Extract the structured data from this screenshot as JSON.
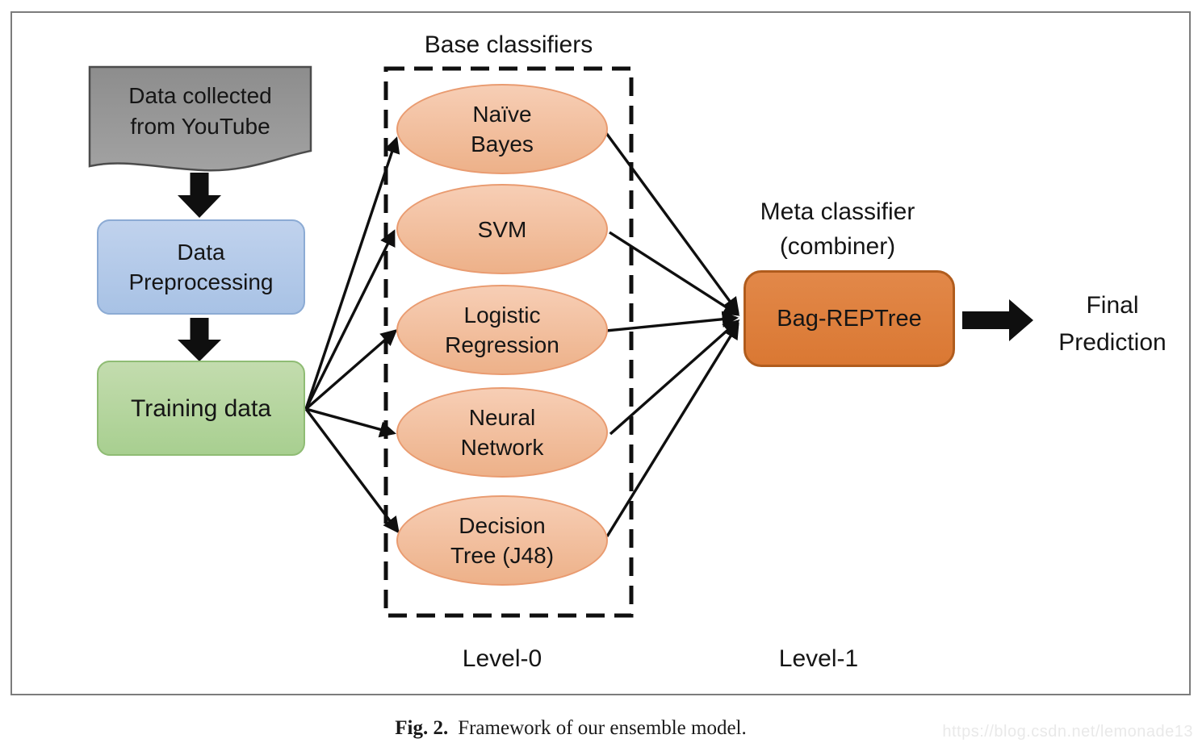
{
  "figure": {
    "caption_label": "Fig. 2.",
    "caption_text": "Framework of our ensemble model.",
    "watermark": "https://blog.csdn.net/lemonade13"
  },
  "diagram": {
    "nodes": {
      "source": {
        "label": "Data collected\nfrom YouTube",
        "shape": "document",
        "fill_top": "#8d8d8d",
        "fill_bottom": "#a2a2a2",
        "border": "#4c4c4c"
      },
      "preprocessing": {
        "label": "Data\nPreprocessing",
        "shape": "rounded-rect",
        "fill": "#aec6e8",
        "border": "#8cabd4"
      },
      "training": {
        "label": "Training data",
        "shape": "rounded-rect",
        "fill": "#b3d49c",
        "border": "#8fbc74"
      },
      "meta": {
        "label": "Bag-REPTree",
        "shape": "rounded-rect",
        "fill": "#dd7e3d",
        "border": "#b05c1d"
      },
      "final": {
        "label": "Final\nPrediction",
        "shape": "text"
      }
    },
    "base_classifiers": {
      "title": "Base classifiers",
      "level_label": "Level-0",
      "ellipse_fill_top": "#f7ceb5",
      "ellipse_fill_bottom": "#edb189",
      "ellipse_border": "#e99b70",
      "items": [
        {
          "label": "Naïve\nBayes"
        },
        {
          "label": "SVM"
        },
        {
          "label": "Logistic\nRegression"
        },
        {
          "label": "Neural\nNetwork"
        },
        {
          "label": "Decision\nTree (J48)"
        }
      ]
    },
    "meta_classifier": {
      "title": "Meta classifier\n(combiner)",
      "level_label": "Level-1"
    },
    "edges": [
      {
        "from": "Data collected from YouTube",
        "to": "Data Preprocessing",
        "style": "block-arrow-down"
      },
      {
        "from": "Data Preprocessing",
        "to": "Training data",
        "style": "block-arrow-down"
      },
      {
        "from": "Training data",
        "to": "Naïve Bayes",
        "style": "line-arrow"
      },
      {
        "from": "Training data",
        "to": "SVM",
        "style": "line-arrow"
      },
      {
        "from": "Training data",
        "to": "Logistic Regression",
        "style": "line-arrow"
      },
      {
        "from": "Training data",
        "to": "Neural Network",
        "style": "line-arrow"
      },
      {
        "from": "Training data",
        "to": "Decision Tree (J48)",
        "style": "line-arrow"
      },
      {
        "from": "Naïve Bayes",
        "to": "Bag-REPTree",
        "style": "line-arrow"
      },
      {
        "from": "SVM",
        "to": "Bag-REPTree",
        "style": "line-arrow"
      },
      {
        "from": "Logistic Regression",
        "to": "Bag-REPTree",
        "style": "line-arrow"
      },
      {
        "from": "Neural Network",
        "to": "Bag-REPTree",
        "style": "line-arrow"
      },
      {
        "from": "Decision Tree (J48)",
        "to": "Bag-REPTree",
        "style": "line-arrow"
      },
      {
        "from": "Bag-REPTree",
        "to": "Final Prediction",
        "style": "block-arrow-right"
      }
    ]
  }
}
